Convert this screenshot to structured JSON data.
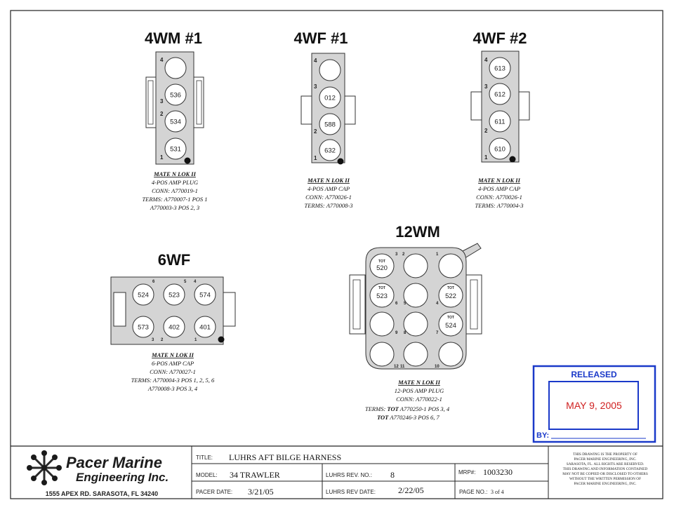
{
  "connectors": {
    "c4wm1": {
      "title": "4WM #1",
      "pins": [
        "536",
        "534",
        "531"
      ],
      "pin_numbers": [
        "4",
        "3",
        "2",
        "1"
      ],
      "spec": [
        "MATE N LOK II",
        "4-POS AMP PLUG",
        "CONN: A770019-1",
        "TERMS: A770007-1 POS 1",
        "A770003-3 POS 2, 3"
      ]
    },
    "c4wf1": {
      "title": "4WF #1",
      "pins": [
        "012",
        "588",
        "632"
      ],
      "pin_numbers": [
        "4",
        "3",
        "2",
        "1"
      ],
      "spec": [
        "MATE N LOK II",
        "4-POS AMP CAP",
        "CONN: A770026-1",
        "TERMS: A770008-3"
      ]
    },
    "c4wf2": {
      "title": "4WF #2",
      "pins": [
        "613",
        "612",
        "611",
        "610"
      ],
      "pin_numbers": [
        "4",
        "3",
        "2",
        "1"
      ],
      "spec": [
        "MATE N LOK II",
        "4-POS AMP CAP",
        "CONN: A770026-1",
        "TERMS: A770004-3"
      ]
    },
    "c6wf": {
      "title": "6WF",
      "pins_top": [
        "524",
        "523",
        "574"
      ],
      "pins_bottom": [
        "573",
        "402",
        "401"
      ],
      "pin_numbers_top": [
        "6",
        "5",
        "4"
      ],
      "pin_numbers_bottom": [
        "3",
        "2",
        "1"
      ],
      "spec": [
        "MATE N LOK II",
        "6-POS AMP CAP",
        "CONN: A770027-1",
        "TERMS: A770004-3 POS 1, 2, 5, 6",
        "A770008-3 POS 3, 4"
      ]
    },
    "c12wm": {
      "title": "12WM",
      "tot_tag": "TOT",
      "pins": [
        "520",
        "523",
        "522",
        "524"
      ],
      "pin_numbers": [
        "3",
        "2",
        "1",
        "6",
        "5",
        "4",
        "9",
        "8",
        "7",
        "12",
        "11",
        "10"
      ],
      "spec": [
        "MATE N LOK II",
        "12-POS AMP PLUG",
        "CONN: A770022-1",
        "TERMS:",
        "TOT",
        "A770250-1 POS 3, 4",
        "TOT",
        "A770246-3 POS 6, 7"
      ]
    }
  },
  "released": {
    "label": "RELEASED",
    "date": "MAY 9, 2005",
    "by_label": "BY:"
  },
  "title_block": {
    "company_line1": "Pacer Marine",
    "company_line2": "Engineering Inc.",
    "address": "1555 APEX RD.  SARASOTA, FL  34240",
    "title_label": "TITLE:",
    "title_value": "LUHRS AFT BILGE HARNESS",
    "model_label": "MODEL:",
    "model_value": "34 TRAWLER",
    "rev_no_label": "LUHRS REV. NO.:",
    "rev_no_value": "8",
    "mrp_label": "MRP#:",
    "mrp_value": "1003230",
    "pacer_date_label": "PACER DATE:",
    "pacer_date_value": "3/21/05",
    "rev_date_label": "LUHRS REV DATE:",
    "rev_date_value": "2/22/05",
    "page_label": "PAGE NO.:",
    "page_value": "3 of 4",
    "notice": [
      "THIS DRAWING IS THE PROPERTY OF",
      "PACER MARINE ENGINEERING, INC.",
      "SARASOTA, FL.   ALL RIGHTS ARE RESERVED.",
      "THIS DRAWING AND INFORMATION CONTAINED",
      "MAY NOT BE COPIED OR DISCLOSED TO OTHERS",
      "WITHOUT THE WRITTEN PERMISSION OF",
      "PACER MARINE ENGINEERING, INC."
    ]
  }
}
